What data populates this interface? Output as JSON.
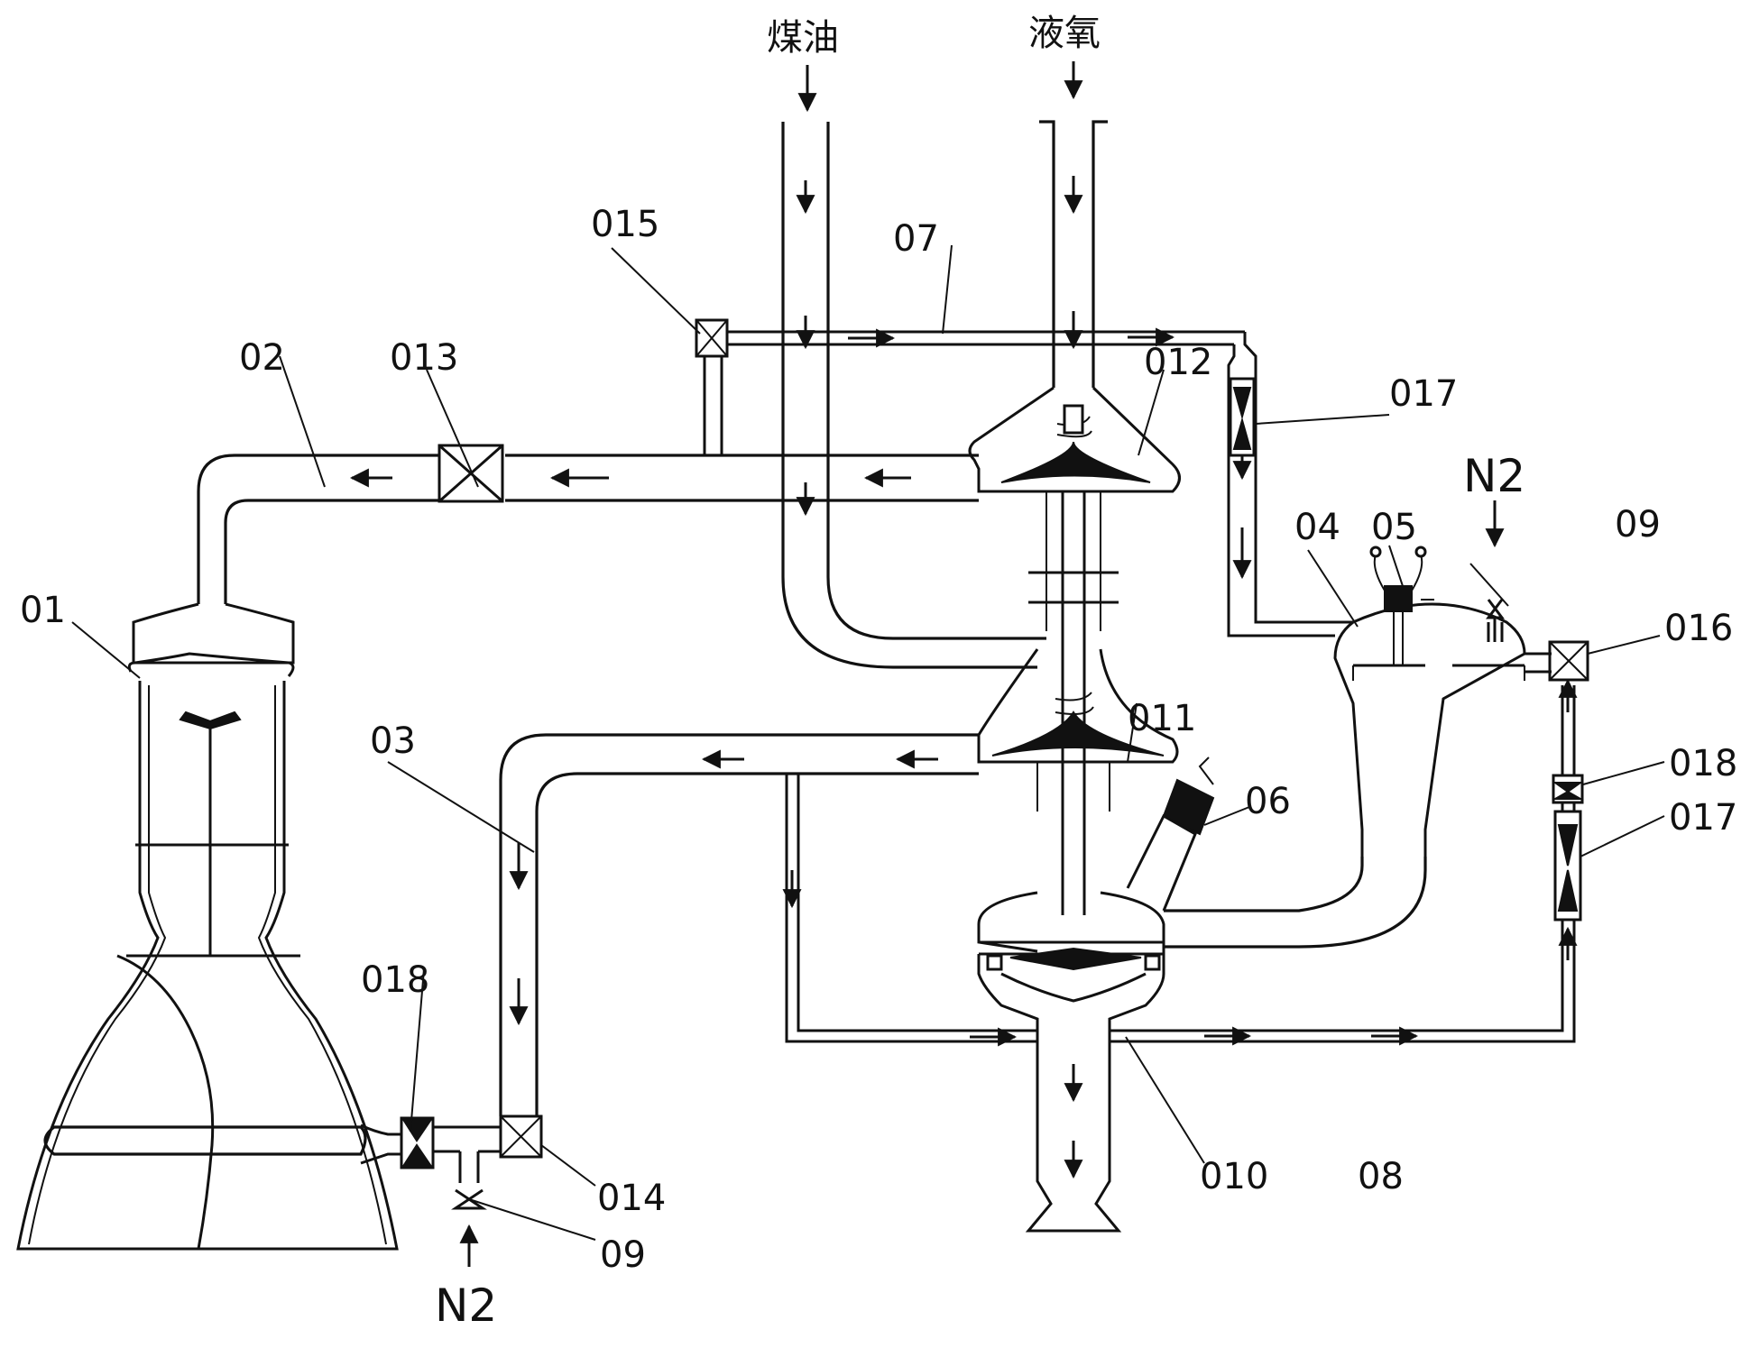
{
  "inputs": {
    "kerosene": "煤油",
    "lox": "液氧",
    "n2_top": "N2",
    "n2_bottom": "N2"
  },
  "labels": {
    "l01": "01",
    "l02": "02",
    "l03": "03",
    "l04": "04",
    "l05": "05",
    "l06": "06",
    "l07": "07",
    "l08": "08",
    "l09a": "09",
    "l09b": "09",
    "l010": "010",
    "l011": "011",
    "l012": "012",
    "l013": "013",
    "l014": "014",
    "l015": "015",
    "l016": "016",
    "l017a": "017",
    "l017b": "017",
    "l018a": "018",
    "l018b": "018"
  },
  "colors": {
    "ink": "#111111",
    "background": "#ffffff"
  }
}
